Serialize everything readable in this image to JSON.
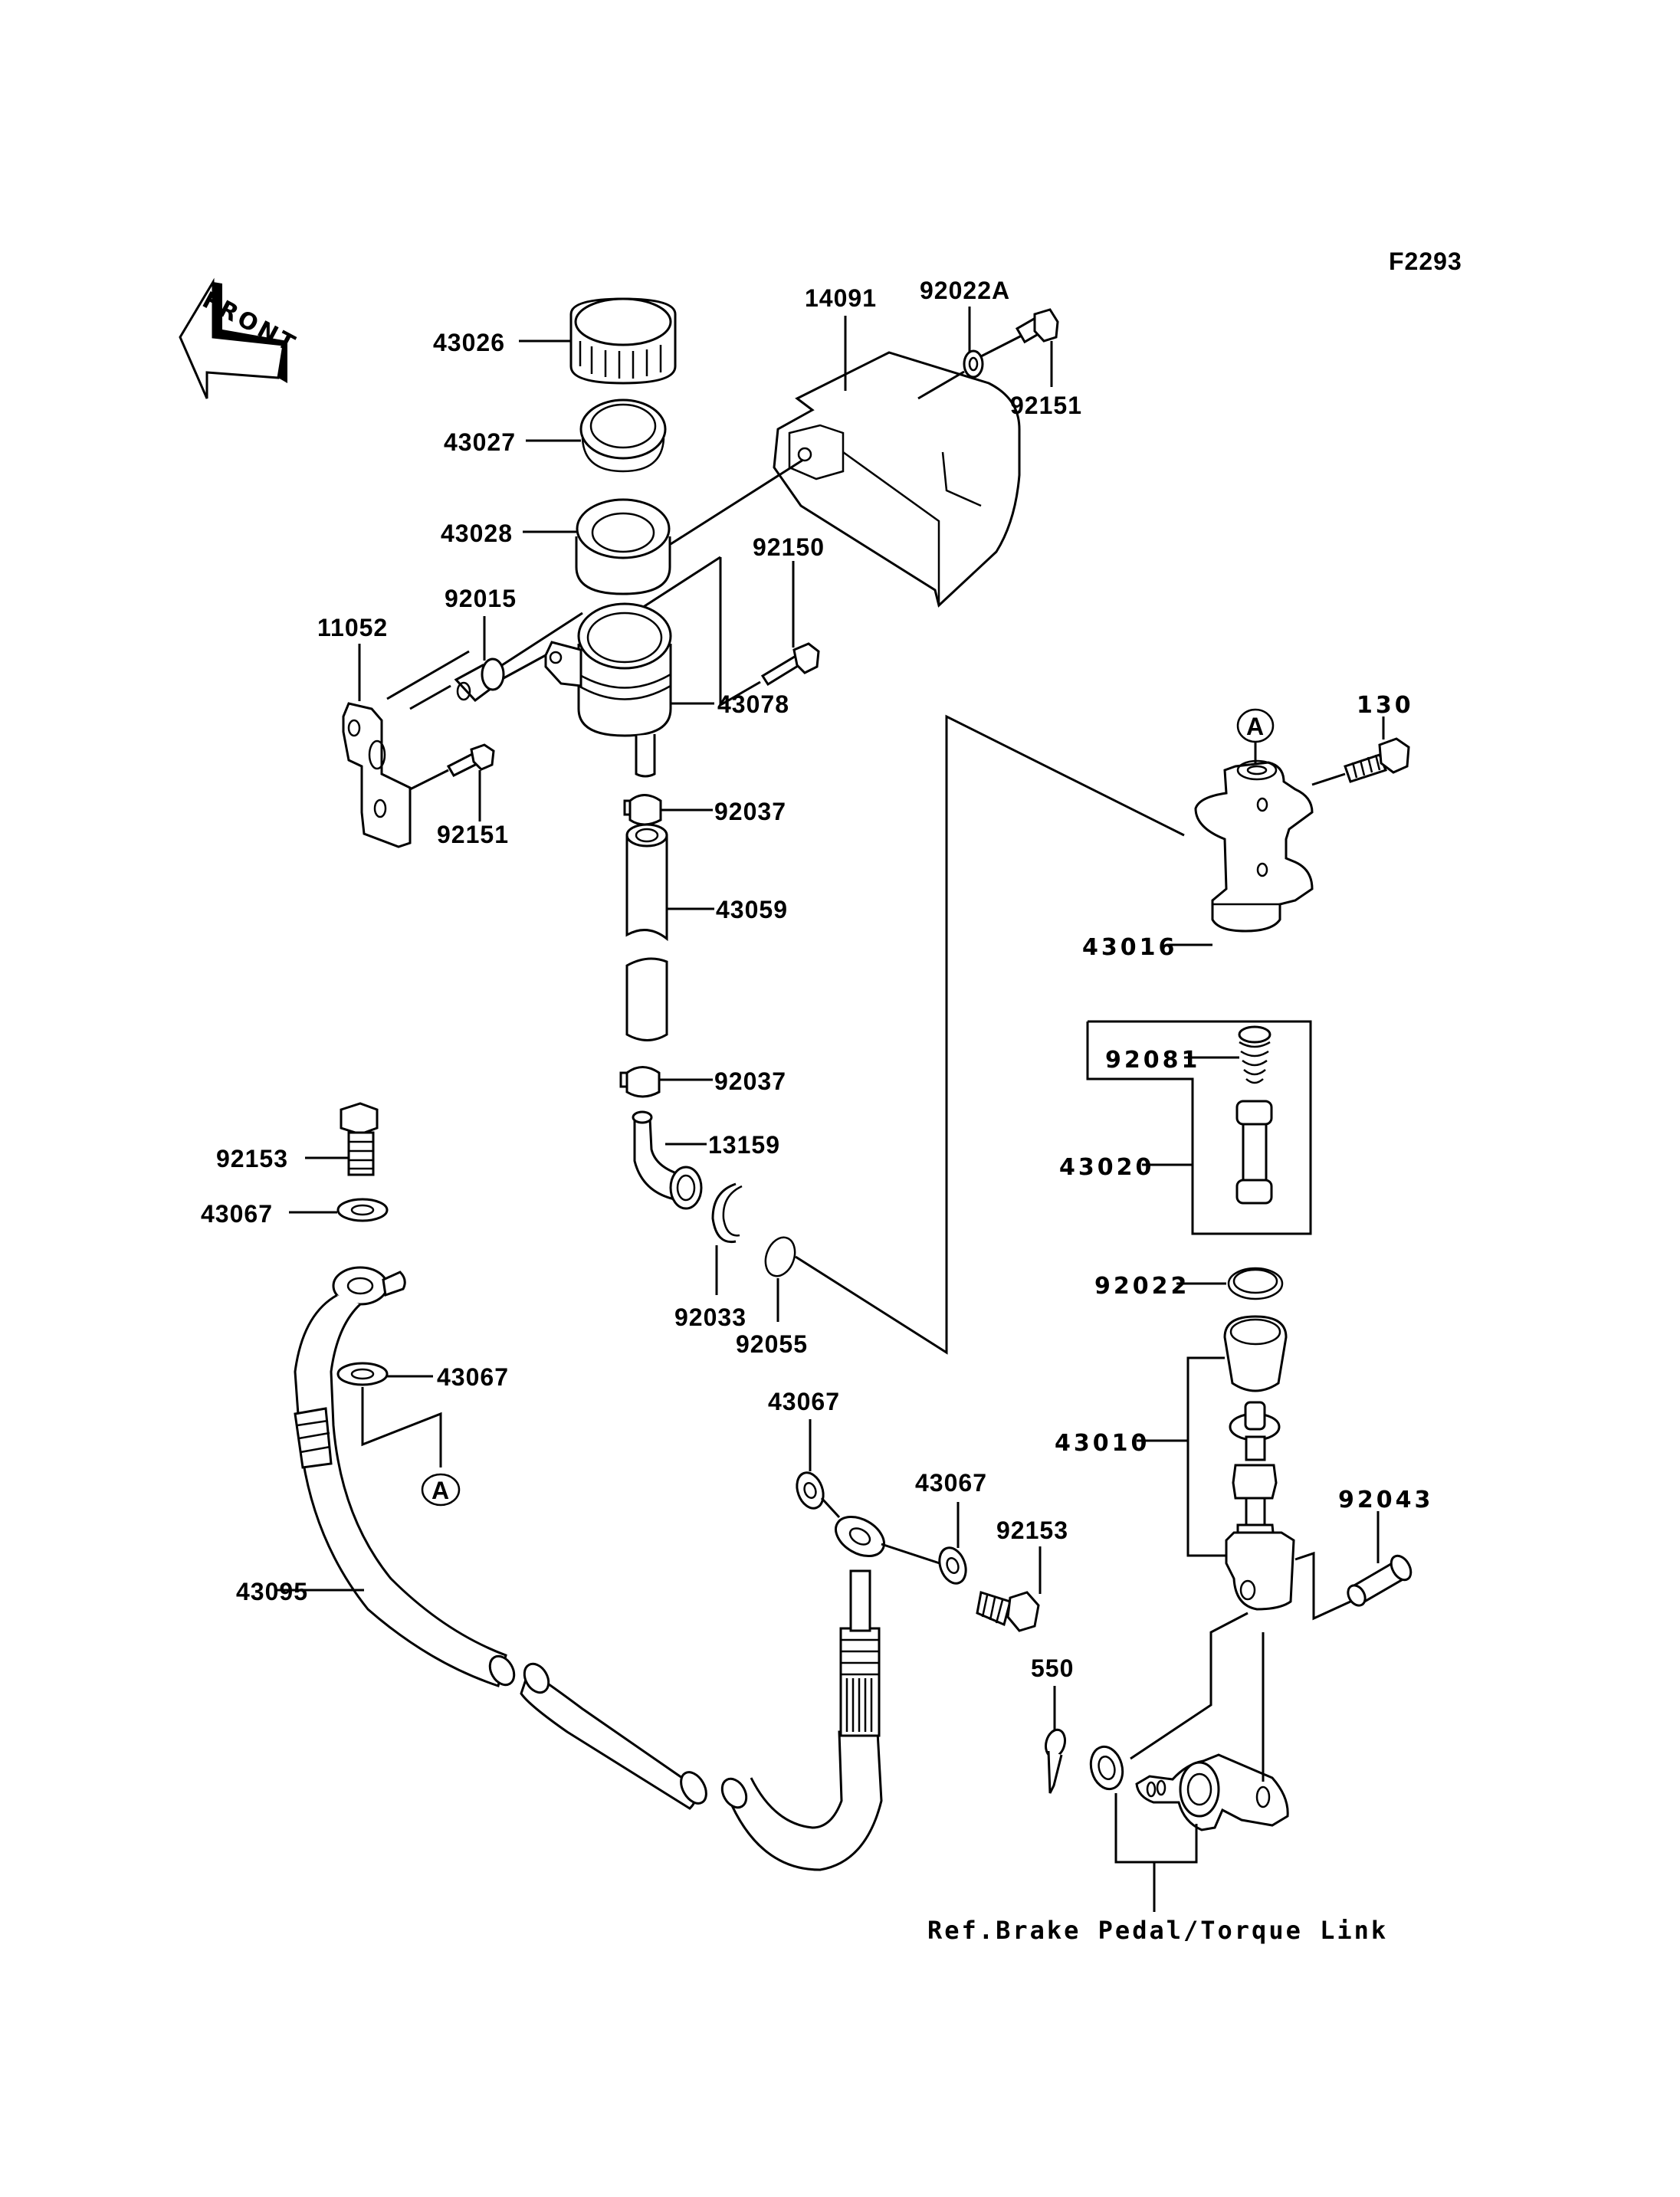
{
  "diagram": {
    "figure_id": "F2293",
    "front_indicator": "FRONT",
    "reference_note": "Ref.Brake Pedal/Torque Link",
    "connector_marker": "A",
    "parts": {
      "reservoir_cap": "43026",
      "cap_diaphragm": "43027",
      "diaphragm_plate": "43028",
      "reservoir_cover": "14091",
      "cover_washer": "92022A",
      "cover_bolt": "92151",
      "reservoir_bolt": "92150",
      "collar": "92015",
      "bracket": "11052",
      "reservoir": "43078",
      "bracket_bolt": "92151",
      "hose_clamp_upper": "92037",
      "reservoir_hose": "43059",
      "hose_clamp_lower": "92037",
      "hose_fitting": "13159",
      "banjo_bolt_left": "92153",
      "washer_left_upper": "43067",
      "circlip": "92033",
      "o_ring": "92055",
      "washer_left_lower": "43067",
      "brake_hose": "43095",
      "washer_mid_upper": "43067",
      "washer_mid_lower": "43067",
      "banjo_bolt_mid": "92153",
      "cotter_pin": "550",
      "master_cylinder_bolt": "130",
      "master_cylinder": "43016",
      "spring": "92081",
      "piston_kit": "43020",
      "snap_ring": "92022",
      "push_rod_assy": "43010",
      "clevis_pin": "92043"
    }
  }
}
